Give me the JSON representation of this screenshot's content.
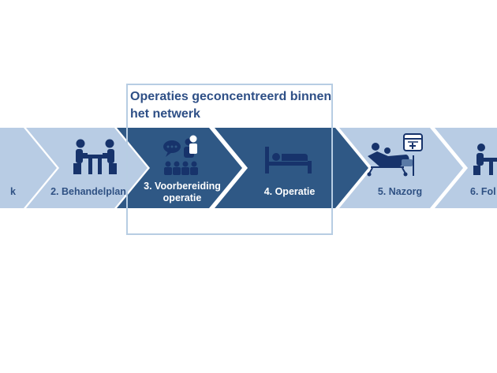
{
  "highlight": {
    "title": "Operaties geconcentreerd binnen het netwerk"
  },
  "steps": [
    {
      "label_lines": [
        "k"
      ],
      "icon": "none",
      "style": "light"
    },
    {
      "label_lines": [
        "2. Behandelplan"
      ],
      "icon": "consultation-icon",
      "style": "light"
    },
    {
      "label_lines": [
        "3. Voorbereiding",
        "operatie"
      ],
      "icon": "presentation-icon",
      "style": "dark"
    },
    {
      "label_lines": [
        "4. Operatie"
      ],
      "icon": "hospital-bed-icon",
      "style": "dark"
    },
    {
      "label_lines": [
        "5. Nazorg"
      ],
      "icon": "patient-care-icon",
      "style": "light"
    },
    {
      "label_lines": [
        "6. Fol"
      ],
      "icon": "consultation-icon",
      "style": "light"
    }
  ],
  "colors": {
    "light_fill": "#b8cce4",
    "dark_fill": "#2f5885",
    "icon_dark": "#17336b",
    "icon_light": "#ffffff",
    "frame": "#b7cde3"
  }
}
